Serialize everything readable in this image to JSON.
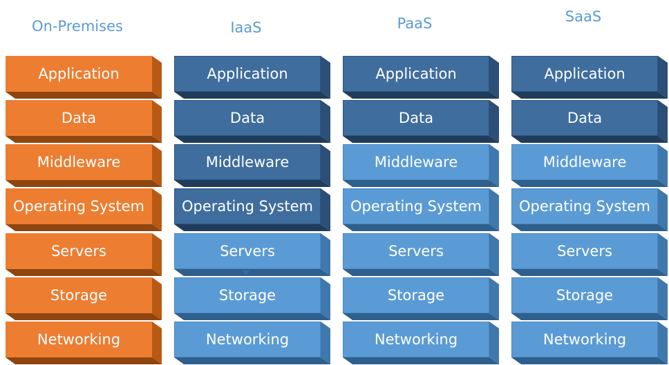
{
  "columns": [
    {
      "title": "On-Premises",
      "layers": [
        "Application",
        "Data",
        "Middleware",
        "Operating System",
        "Servers",
        "Storage",
        "Networking"
      ],
      "styles": [
        "orange",
        "orange",
        "orange",
        "orange",
        "orange",
        "orange",
        "orange"
      ]
    },
    {
      "title": "IaaS",
      "layers": [
        "Application",
        "Data",
        "Middleware",
        "Operating System",
        "Servers",
        "Storage",
        "Networking"
      ],
      "styles": [
        "dark",
        "dark",
        "dark",
        "dark",
        "light",
        "light",
        "light"
      ]
    },
    {
      "title": "PaaS",
      "layers": [
        "Application",
        "Data",
        "Middleware",
        "Operating System",
        "Servers",
        "Storage",
        "Networking"
      ],
      "styles": [
        "dark",
        "dark",
        "light",
        "light",
        "light",
        "light",
        "light"
      ]
    },
    {
      "title": "SaaS",
      "layers": [
        "Application",
        "Data",
        "Middleware",
        "Operating System",
        "Servers",
        "Storage",
        "Networking"
      ],
      "styles": [
        "dark",
        "dark",
        "light",
        "light",
        "light",
        "light",
        "light"
      ]
    }
  ],
  "colors": {
    "title": "#5b9bd5",
    "on_premises": "#ed7d31",
    "provider_managed": "#3f6d9e",
    "user_managed": "#5b9bd5"
  }
}
